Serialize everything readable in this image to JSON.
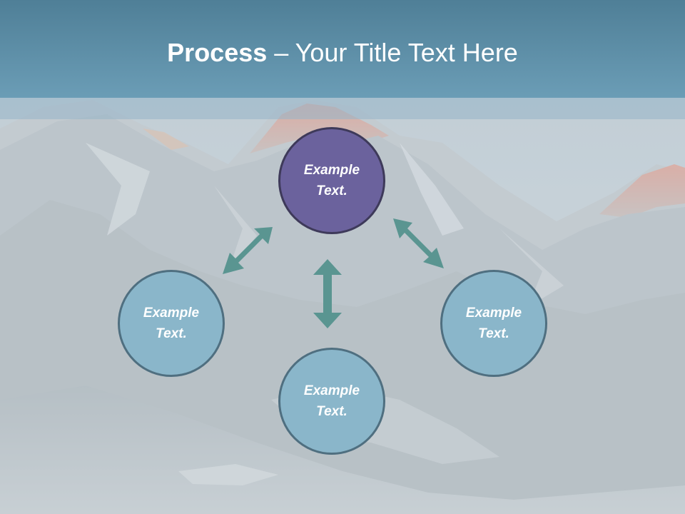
{
  "title": {
    "bold": "Process",
    "rest": " – Your Title Text Here"
  },
  "nodes": [
    {
      "id": "top",
      "line1": "Example",
      "line2": "Text."
    },
    {
      "id": "left",
      "line1": "Example",
      "line2": "Text."
    },
    {
      "id": "right",
      "line1": "Example",
      "line2": "Text."
    },
    {
      "id": "bottom",
      "line1": "Example",
      "line2": "Text."
    }
  ],
  "colors": {
    "accent_node": "#6b629d",
    "node": "#8ab6ca",
    "arrow": "#5a9591",
    "title_bar": "#5e8fa8"
  }
}
